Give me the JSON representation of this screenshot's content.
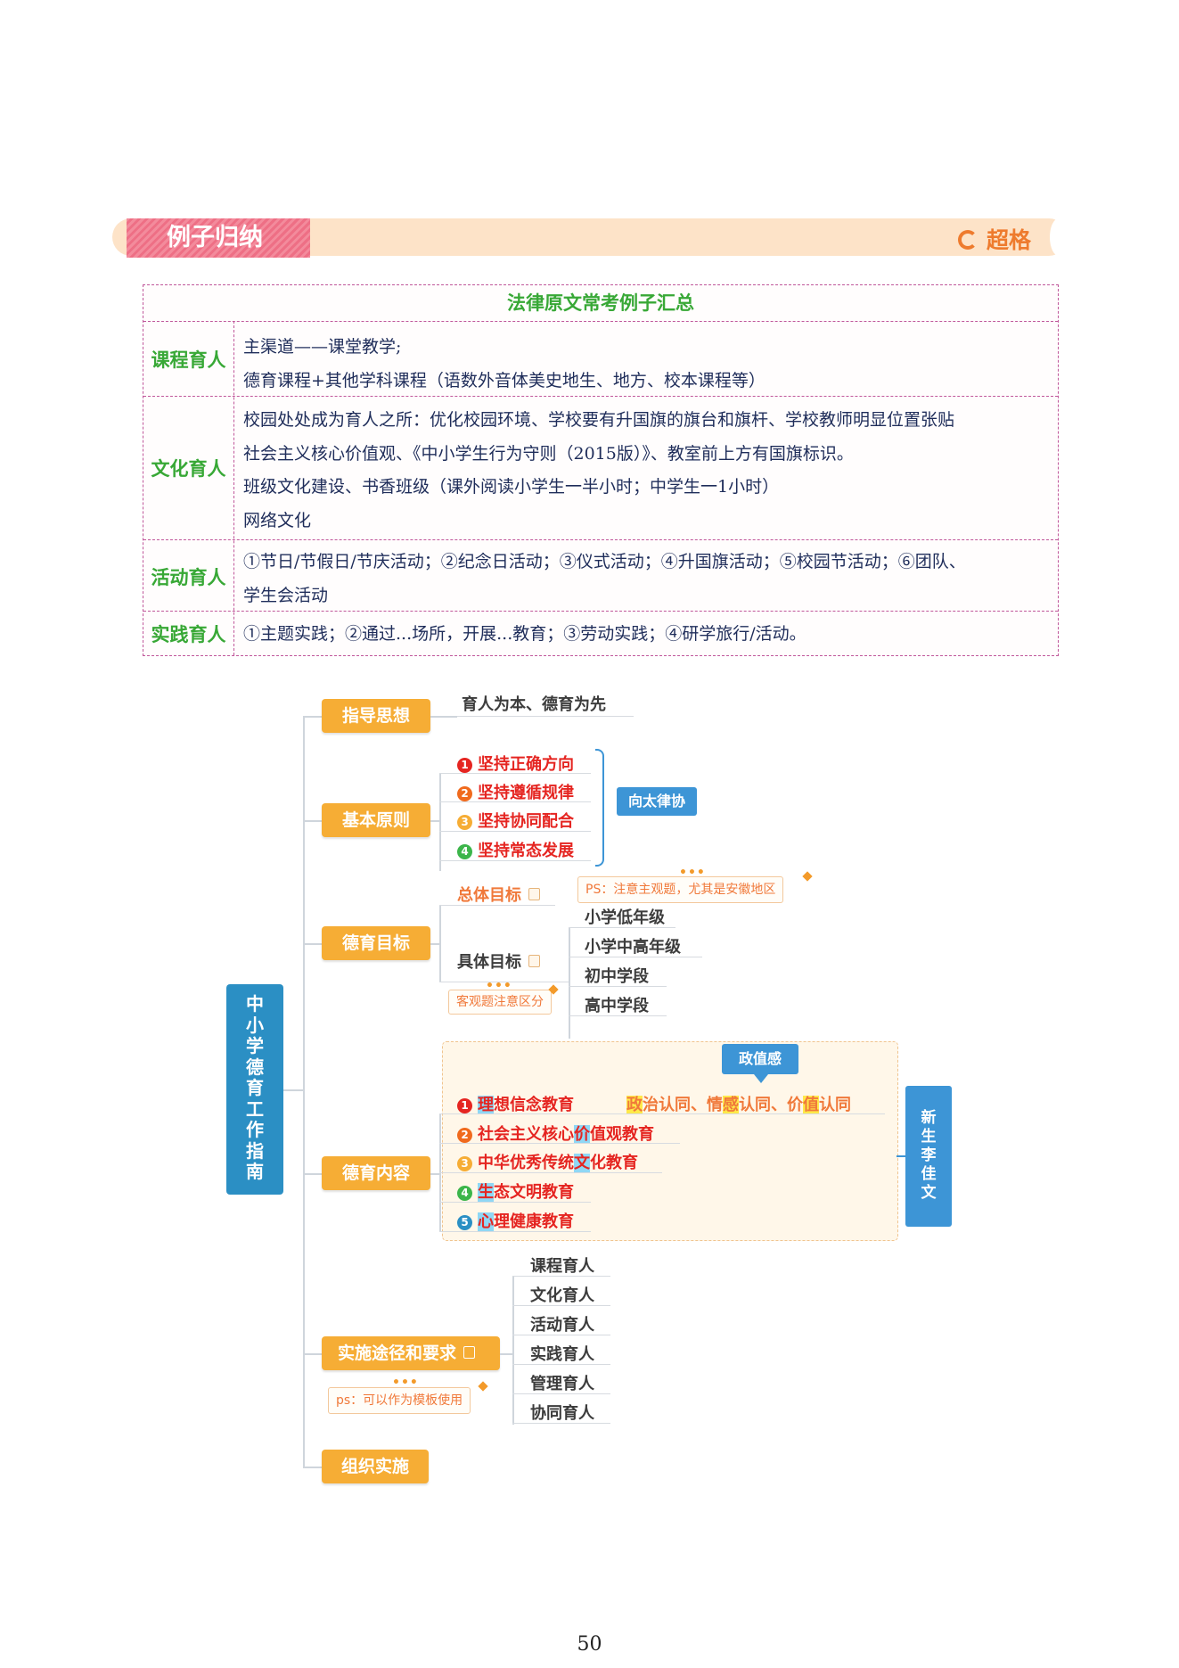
{
  "banner": {
    "title": "例子归纳",
    "brand": "超格"
  },
  "table": {
    "title": "法律原文常考例子汇总",
    "rows": [
      {
        "label": "课程育人",
        "lines": [
          "主渠道——课堂教学;",
          "德育课程+其他学科课程（语数外音体美史地生、地方、校本课程等）"
        ]
      },
      {
        "label": "文化育人",
        "lines": [
          "校园处处成为育人之所：优化校园环境、学校要有升国旗的旗台和旗杆、学校教师明显位置张贴",
          "社会主义核心价值观、《中小学生行为守则（2015版）》、教室前上方有国旗标识。",
          "班级文化建设、书香班级（课外阅读小学生一半小时；中学生一1小时）",
          "网络文化"
        ]
      },
      {
        "label": "活动育人",
        "lines": [
          "①节日/节假日/节庆活动；②纪念日活动；③仪式活动；④升国旗活动；⑤校园节活动；⑥团队、",
          "学生会活动"
        ]
      },
      {
        "label": "实践育人",
        "lines": [
          "①主题实践；②通过...场所，开展...教育；③劳动实践；④研学旅行/活动。"
        ]
      }
    ]
  },
  "mindmap": {
    "root": [
      "中",
      "小",
      "学",
      "德",
      "育",
      "工",
      "作",
      "指",
      "南"
    ],
    "guiding": {
      "label": "指导思想",
      "text": "育人为本、德育为先"
    },
    "principles": {
      "label": "基本原则",
      "items": [
        "坚持正确方向",
        "坚持遵循规律",
        "坚持协同配合",
        "坚持常态发展"
      ],
      "numbers": [
        "1",
        "2",
        "3",
        "4"
      ],
      "mnemonic": "向太律协"
    },
    "goals": {
      "label": "德育目标",
      "overall": "总体目标",
      "overall_note": "PS：注意主观题，尤其是安徽地区",
      "specific": "具体目标",
      "specific_note": "客观题注意区分",
      "stages": [
        "小学低年级",
        "小学中高年级",
        "初中学段",
        "高中学段"
      ]
    },
    "content": {
      "label": "德育内容",
      "callout": "政值感",
      "item1_parts": [
        "理",
        "想信念教育"
      ],
      "identity_parts": [
        "政",
        "治认同、情",
        "感",
        "认同、价",
        "值",
        "认同"
      ],
      "item2_parts": [
        "社会主义核心",
        "价",
        "值观教育"
      ],
      "item3_parts": [
        "中华优秀传统",
        "文",
        "化教育"
      ],
      "item4_parts": [
        "生",
        "态文明教育"
      ],
      "item5_parts": [
        "心",
        "理健康教育"
      ],
      "numbers": [
        "1",
        "2",
        "3",
        "4",
        "5"
      ],
      "side_tag": [
        "新",
        "生",
        "李",
        "佳",
        "文"
      ]
    },
    "implementation": {
      "label": "实施途径和要求",
      "note": "ps：可以作为模板使用",
      "items": [
        "课程育人",
        "文化育人",
        "活动育人",
        "实践育人",
        "管理育人",
        "协同育人"
      ]
    },
    "organization": {
      "label": "组织实施"
    }
  },
  "page_number": "50"
}
